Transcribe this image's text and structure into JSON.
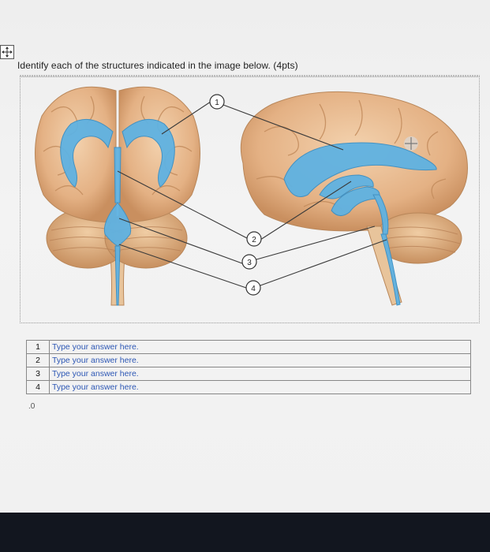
{
  "question": {
    "prompt": "Identify each of the structures indicated in the image below. (4pts)",
    "callouts": [
      "1",
      "2",
      "3",
      "4"
    ],
    "answers": [
      {
        "number": "1",
        "placeholder": "Type your answer here."
      },
      {
        "number": "2",
        "placeholder": "Type your answer here."
      },
      {
        "number": "3",
        "placeholder": "Type your answer here."
      },
      {
        "number": "4",
        "placeholder": "Type your answer here."
      }
    ],
    "points_indicator": ".0"
  },
  "icons": {
    "move_handle": "move-icon",
    "image_handle": "four-arrow-move-icon"
  },
  "colors": {
    "brain_tissue": "#e7b98e",
    "ventricles": "#5fb2e2",
    "answer_text": "#2e58b5",
    "bezel": "#12161f"
  }
}
